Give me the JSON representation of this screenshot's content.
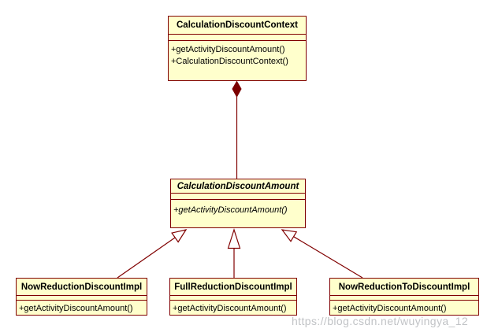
{
  "diagram": {
    "type": "uml-class-diagram",
    "classes": [
      {
        "name": "CalculationDiscountContext",
        "abstract": false,
        "attributes": [],
        "methods": [
          "+getActivityDiscountAmount()",
          "+CalculationDiscountContext()"
        ]
      },
      {
        "name": "CalculationDiscountAmount",
        "abstract": true,
        "attributes": [],
        "methods": [
          "+getActivityDiscountAmount()"
        ]
      },
      {
        "name": "NowReductionDiscountImpl",
        "abstract": false,
        "attributes": [],
        "methods": [
          "+getActivityDiscountAmount()"
        ]
      },
      {
        "name": "FullReductionDiscountImpl",
        "abstract": false,
        "attributes": [],
        "methods": [
          "+getActivityDiscountAmount()"
        ]
      },
      {
        "name": "NowReductionToDiscountImpl",
        "abstract": false,
        "attributes": [],
        "methods": [
          "+getActivityDiscountAmount()"
        ]
      }
    ],
    "relationships": [
      {
        "type": "composition",
        "from": "CalculationDiscountAmount",
        "to": "CalculationDiscountContext"
      },
      {
        "type": "generalization",
        "from": "NowReductionDiscountImpl",
        "to": "CalculationDiscountAmount"
      },
      {
        "type": "generalization",
        "from": "FullReductionDiscountImpl",
        "to": "CalculationDiscountAmount"
      },
      {
        "type": "generalization",
        "from": "NowReductionToDiscountImpl",
        "to": "CalculationDiscountAmount"
      }
    ],
    "colors": {
      "box_fill": "#FFFFCC",
      "box_border": "#800000",
      "line": "#800000",
      "diamond_fill": "#7B0000",
      "title_text": "#000000",
      "watermark_text": "#BABCC0",
      "background": "#FFFFFF"
    }
  },
  "watermark": {
    "text": "https://blog.csdn.net/wuyingya_12"
  }
}
